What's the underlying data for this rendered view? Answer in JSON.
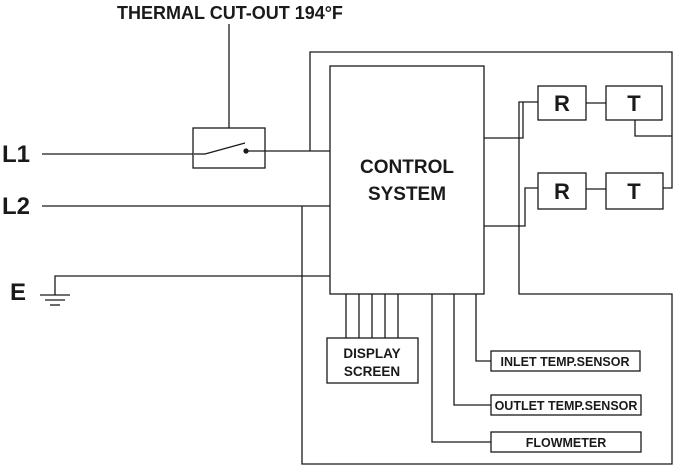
{
  "diagram": {
    "thermal_cutout_label": "THERMAL CUT-OUT 194°F",
    "terminals": {
      "l1": "L1",
      "l2": "L2",
      "earth": "E"
    },
    "control_system": {
      "line1": "CONTROL",
      "line2": "SYSTEM"
    },
    "heater_upper": {
      "relay": "R",
      "thermostat": "T"
    },
    "heater_lower": {
      "relay": "R",
      "thermostat": "T"
    },
    "display_screen": {
      "line1": "DISPLAY",
      "line2": "SCREEN"
    },
    "sensors": {
      "inlet": "INLET TEMP.SENSOR",
      "outlet": "OUTLET TEMP.SENSOR",
      "flowmeter": "FLOWMETER"
    }
  }
}
